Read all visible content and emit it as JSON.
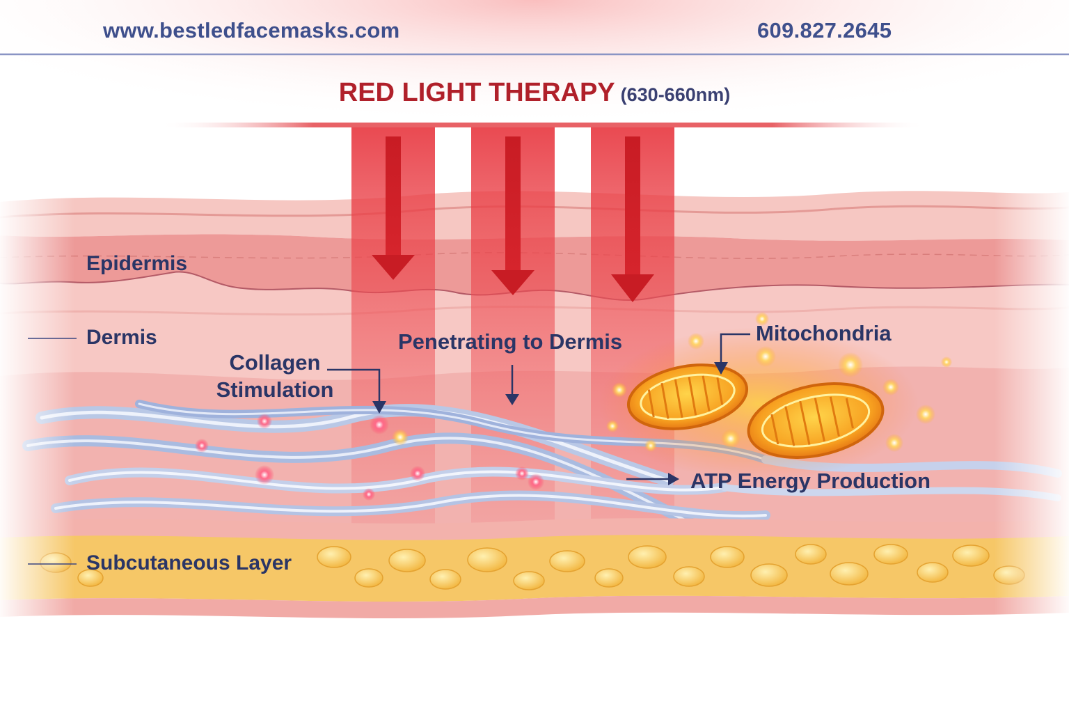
{
  "header": {
    "website": "www.bestledfacemasks.com",
    "phone": "609.827.2645"
  },
  "title": {
    "main": "RED LIGHT THERAPY",
    "wavelength": "(630-660nm)"
  },
  "layers": {
    "epidermis": "Epidermis",
    "dermis": "Dermis",
    "subcutaneous": "Subcutaneous Layer"
  },
  "callouts": {
    "collagen_line1": "Collagen",
    "collagen_line2": "Stimulation",
    "penetrating": "Penetrating to Dermis",
    "mitochondria": "Mitochondria",
    "atp": "ATP Energy Production"
  },
  "colors": {
    "header_text": "#3e4f8c",
    "title_red": "#b0202a",
    "label_navy": "#2a3566",
    "beam_red": "#e8303a",
    "fat_yellow": "#f5c452",
    "mito_orange": "#f08a1a"
  }
}
